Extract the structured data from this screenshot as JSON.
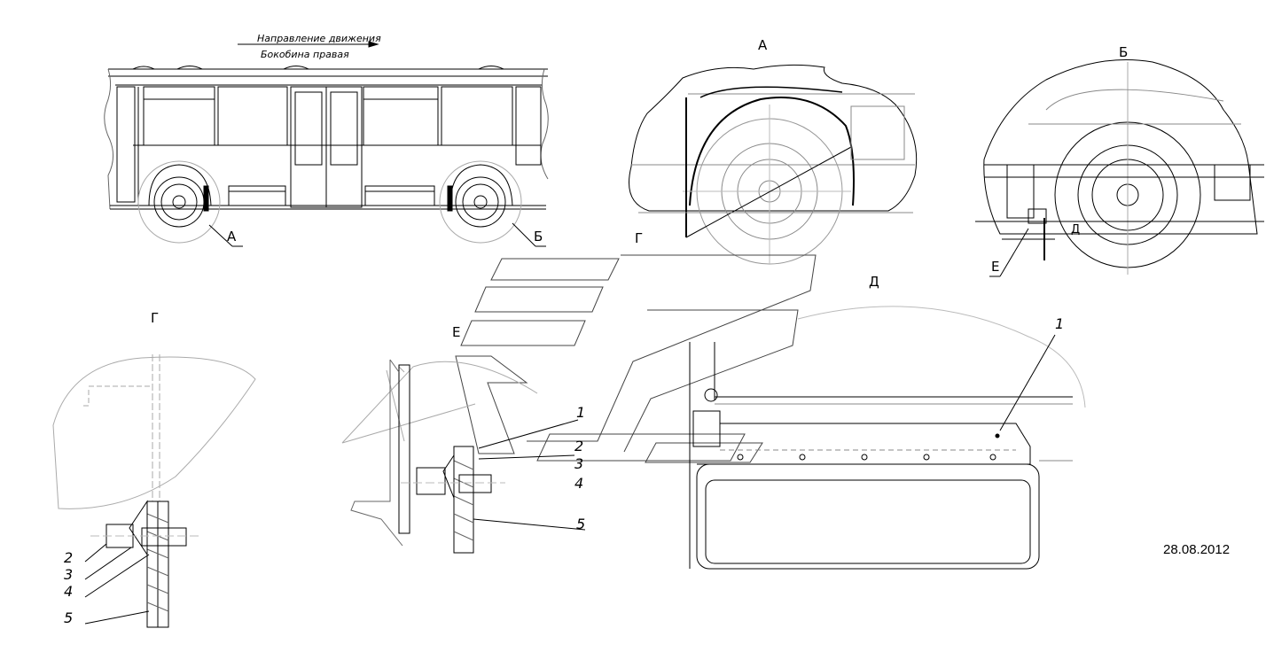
{
  "header": {
    "direction": "Направление движения",
    "side": "Бокобина правая"
  },
  "views": {
    "a": "А",
    "b": "Б",
    "g": "Г",
    "d": "Д",
    "e": "Е"
  },
  "parts": {
    "p1": "1",
    "p2": "2",
    "p3": "3",
    "p4": "4",
    "p5": "5"
  },
  "date": "28.08.2012",
  "colors": {
    "line": "#000000",
    "hidden": "#9a9a9a",
    "light": "#b8b8b8"
  }
}
